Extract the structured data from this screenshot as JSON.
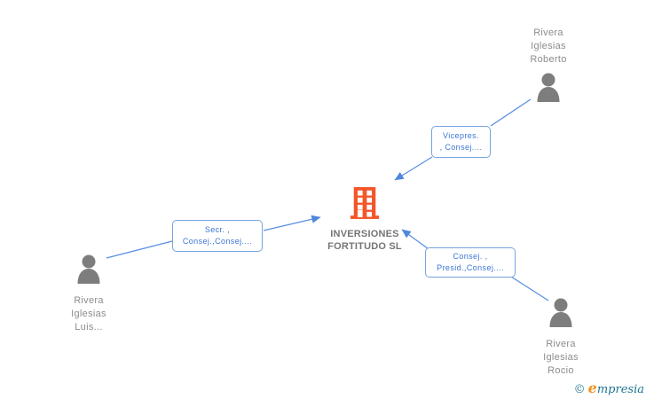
{
  "diagram": {
    "company": {
      "name": "INVERSIONES\nFORTITUDO SL"
    },
    "people": {
      "roberto": {
        "name": "Rivera\nIglesias\nRoberto"
      },
      "luis": {
        "name": "Rivera\nIglesias\nLuis..."
      },
      "rocio": {
        "name": "Rivera\nIglesias\nRocio"
      }
    },
    "edge_labels": {
      "vicepres": {
        "label": "Vicepres.\n, Consej...."
      },
      "secr": {
        "label": "Secr. ,\nConsej.,Consej...."
      },
      "consej": {
        "label": "Consej. ,\nPresid.,Consej...."
      }
    },
    "colors": {
      "edge_blue": "#5b8fe0",
      "label_text_blue": "#3b76d6",
      "label_border_blue": "#75a3e0",
      "person_gray": "#7d7d7d",
      "name_gray": "#8c8c8c",
      "company_orange": "#f4562a",
      "company_text_gray": "#757575"
    }
  },
  "logo": {
    "copyright": "©",
    "brand_first_letter": "e",
    "brand_rest": "mpresia"
  }
}
